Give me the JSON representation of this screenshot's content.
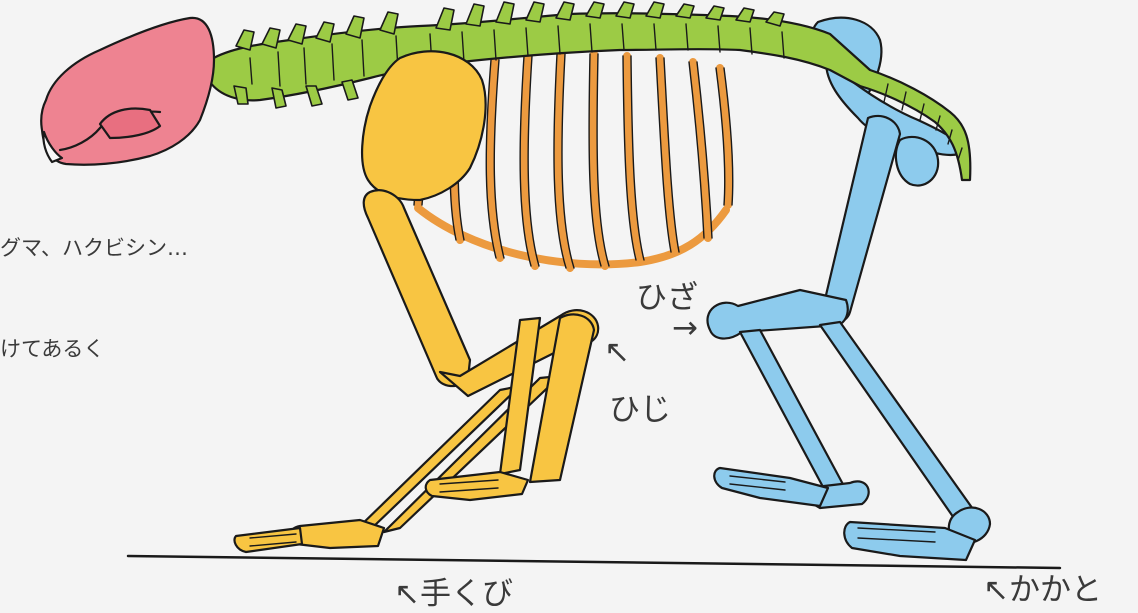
{
  "side_text": {
    "line1": "グマ、ハクビシン…",
    "line2": "けてあるく"
  },
  "labels": {
    "hiza": "ひざ",
    "hiza_arrow": "→",
    "hiji_arrow": "↖",
    "hiji": "ひじ",
    "tekubi": "↖手くび",
    "kakato": "↖かかと"
  },
  "colors": {
    "skull": "#ee8391",
    "spine": "#9ccb45",
    "front_limb": "#f8c542",
    "ribs": "#ec9a3f",
    "hind_limb": "#8dcbed",
    "outline": "#1a1a1a",
    "background": "#f4f4f4"
  }
}
